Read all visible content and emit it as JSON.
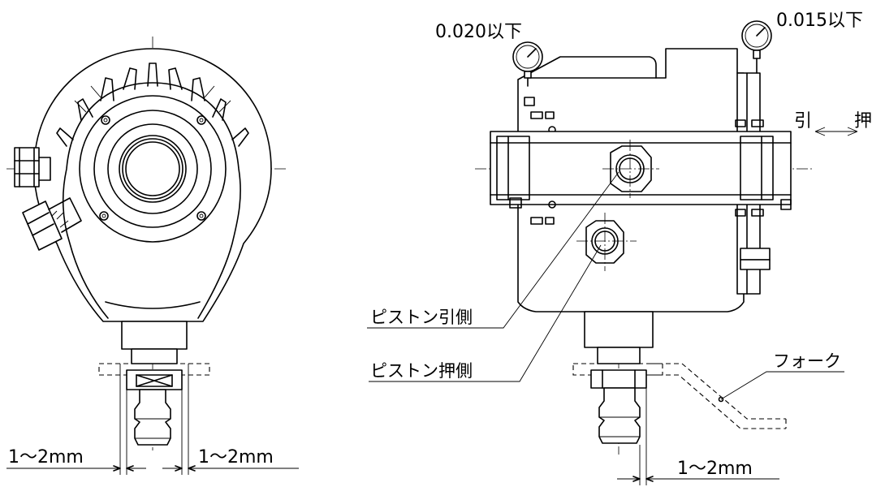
{
  "labels": {
    "gauge_left": "0.020以下",
    "gauge_right": "0.015以下",
    "pull": "引",
    "push": "押",
    "piston_pull": "ピストン引側",
    "piston_push": "ピストン押側",
    "fork": "フォーク",
    "gap_left": "1～2mm",
    "gap_mid": "1～2mm",
    "gap_right": "1～2mm"
  }
}
